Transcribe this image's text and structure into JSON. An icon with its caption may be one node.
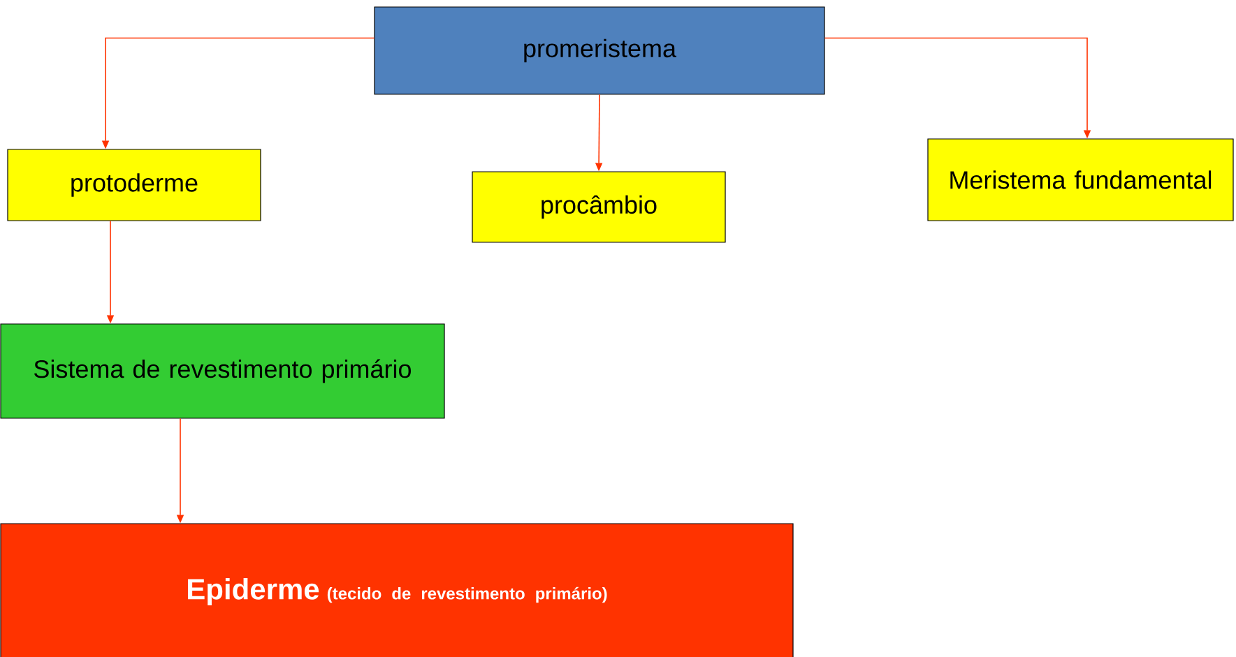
{
  "diagram": {
    "nodes": [
      {
        "text": [
          "promeristema"
        ]
      },
      {
        "text": [
          "protoderme"
        ]
      },
      {
        "text": [
          "procâmbio"
        ]
      },
      {
        "text": [
          "Meristema fundamental"
        ]
      },
      {
        "text": [
          "Sistema de revestimento primário"
        ]
      },
      {
        "text": [
          "Epiderme",
          "(tecido de revestimento primário)"
        ]
      }
    ],
    "edges": [
      {
        "from": 0,
        "to": 1,
        "arrow": "to"
      },
      {
        "from": 0,
        "to": 2,
        "arrow": "to"
      },
      {
        "from": 0,
        "to": 3,
        "arrow": "to"
      },
      {
        "from": 1,
        "to": 4,
        "arrow": "to"
      },
      {
        "from": 4,
        "to": 5,
        "arrow": "to"
      }
    ]
  }
}
